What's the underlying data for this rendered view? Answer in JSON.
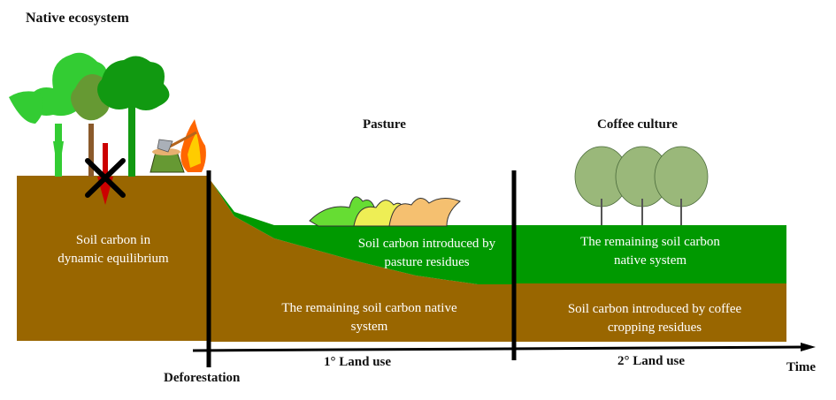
{
  "title": "Native ecosystem",
  "stages": {
    "pasture": "Pasture",
    "coffee": "Coffee culture"
  },
  "events": {
    "deforestation": "Deforestation"
  },
  "timeline": {
    "first_land_use": "1° Land use",
    "second_land_use": "2° Land use",
    "axis_label": "Time"
  },
  "soil_labels": {
    "native": [
      "Soil carbon in",
      "dynamic equilibrium"
    ],
    "pasture_green": [
      "Soil carbon introduced by",
      "pasture residues"
    ],
    "pasture_brown": [
      "The remaining soil carbon native",
      "system"
    ],
    "coffee_green": [
      "The remaining soil carbon",
      "native system"
    ],
    "coffee_brown": [
      "Soil carbon introduced by coffee",
      "cropping residues"
    ]
  },
  "icons": {
    "native_trees": "forest-trees-icon",
    "no_carbon_loss": "red-arrow-crossed-icon",
    "deforestation": "axe-stump-fire-icon",
    "pasture_grass": "grass-tufts-icon",
    "coffee_trees": "coffee-trees-icon"
  },
  "colors": {
    "soil_brown": "#996600",
    "carbon_green": "#009900",
    "axis": "#000000",
    "text_on_soil": "#ffffff"
  }
}
